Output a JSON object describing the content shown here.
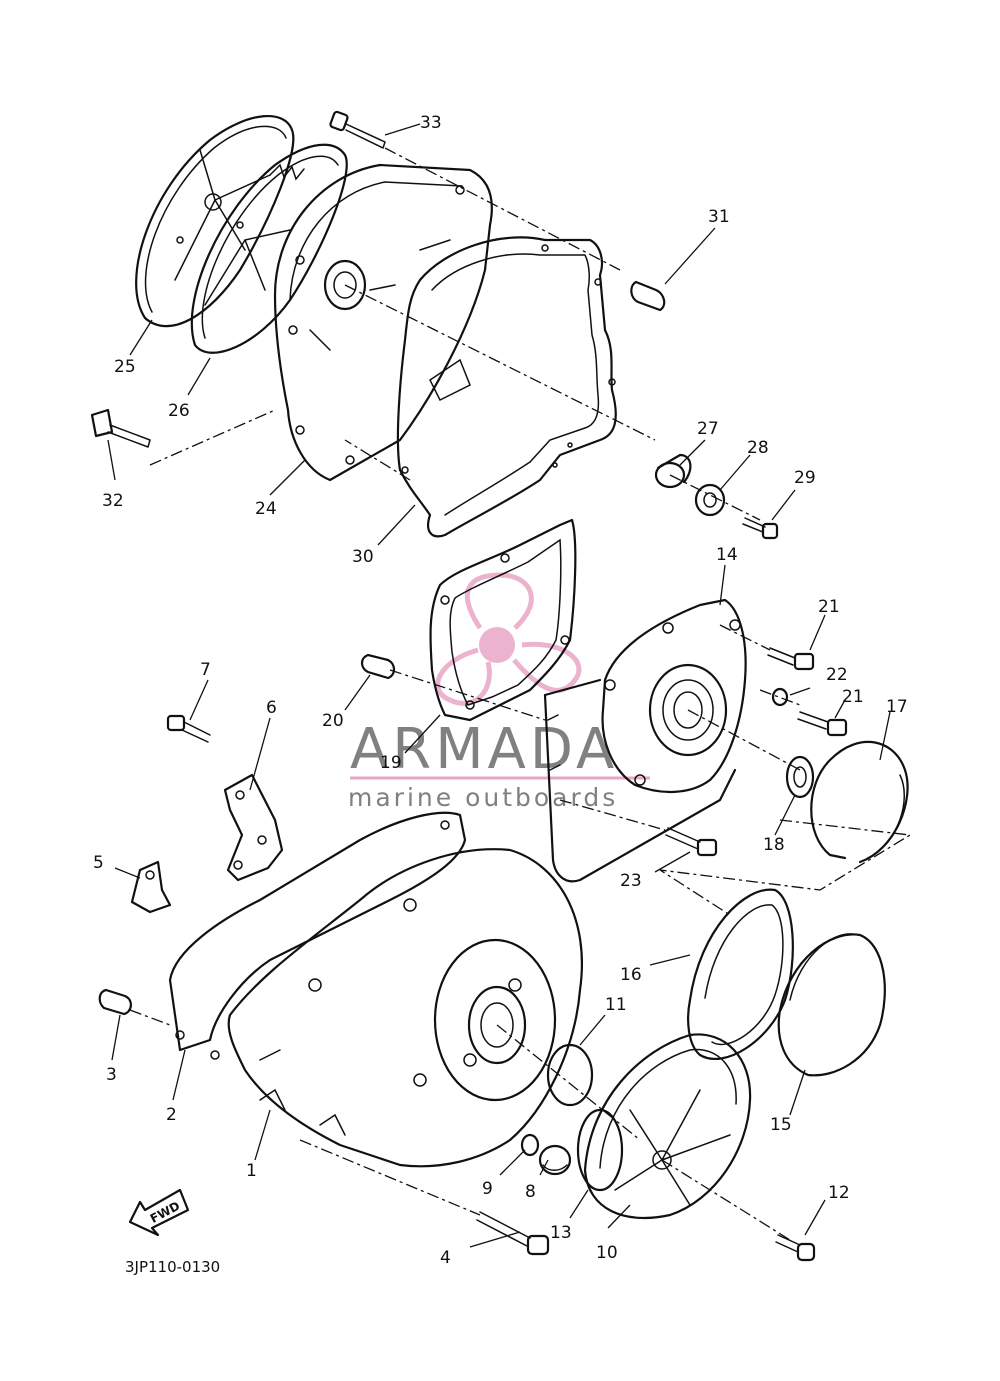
{
  "diagram_code": "3JP110-0130",
  "fwd_label": "FWD",
  "watermark": {
    "brand": "ARMADA",
    "tagline": "marine outboards",
    "brand_color": "#808080",
    "accent_color": "#e8a6c6"
  },
  "callouts": [
    {
      "id": "1",
      "label": "1"
    },
    {
      "id": "2",
      "label": "2"
    },
    {
      "id": "3",
      "label": "3"
    },
    {
      "id": "4",
      "label": "4"
    },
    {
      "id": "5",
      "label": "5"
    },
    {
      "id": "6",
      "label": "6"
    },
    {
      "id": "7",
      "label": "7"
    },
    {
      "id": "8",
      "label": "8"
    },
    {
      "id": "9",
      "label": "9"
    },
    {
      "id": "10",
      "label": "10"
    },
    {
      "id": "11",
      "label": "11"
    },
    {
      "id": "12",
      "label": "12"
    },
    {
      "id": "13",
      "label": "13"
    },
    {
      "id": "14",
      "label": "14"
    },
    {
      "id": "15",
      "label": "15"
    },
    {
      "id": "16",
      "label": "16"
    },
    {
      "id": "17",
      "label": "17"
    },
    {
      "id": "18",
      "label": "18"
    },
    {
      "id": "19",
      "label": "19"
    },
    {
      "id": "20",
      "label": "20"
    },
    {
      "id": "21a",
      "label": "21"
    },
    {
      "id": "21b",
      "label": "21"
    },
    {
      "id": "22",
      "label": "22"
    },
    {
      "id": "23",
      "label": "23"
    },
    {
      "id": "24",
      "label": "24"
    },
    {
      "id": "25",
      "label": "25"
    },
    {
      "id": "26",
      "label": "26"
    },
    {
      "id": "27",
      "label": "27"
    },
    {
      "id": "28",
      "label": "28"
    },
    {
      "id": "29",
      "label": "29"
    },
    {
      "id": "30",
      "label": "30"
    },
    {
      "id": "31",
      "label": "31"
    },
    {
      "id": "32",
      "label": "32"
    },
    {
      "id": "33",
      "label": "33"
    }
  ]
}
